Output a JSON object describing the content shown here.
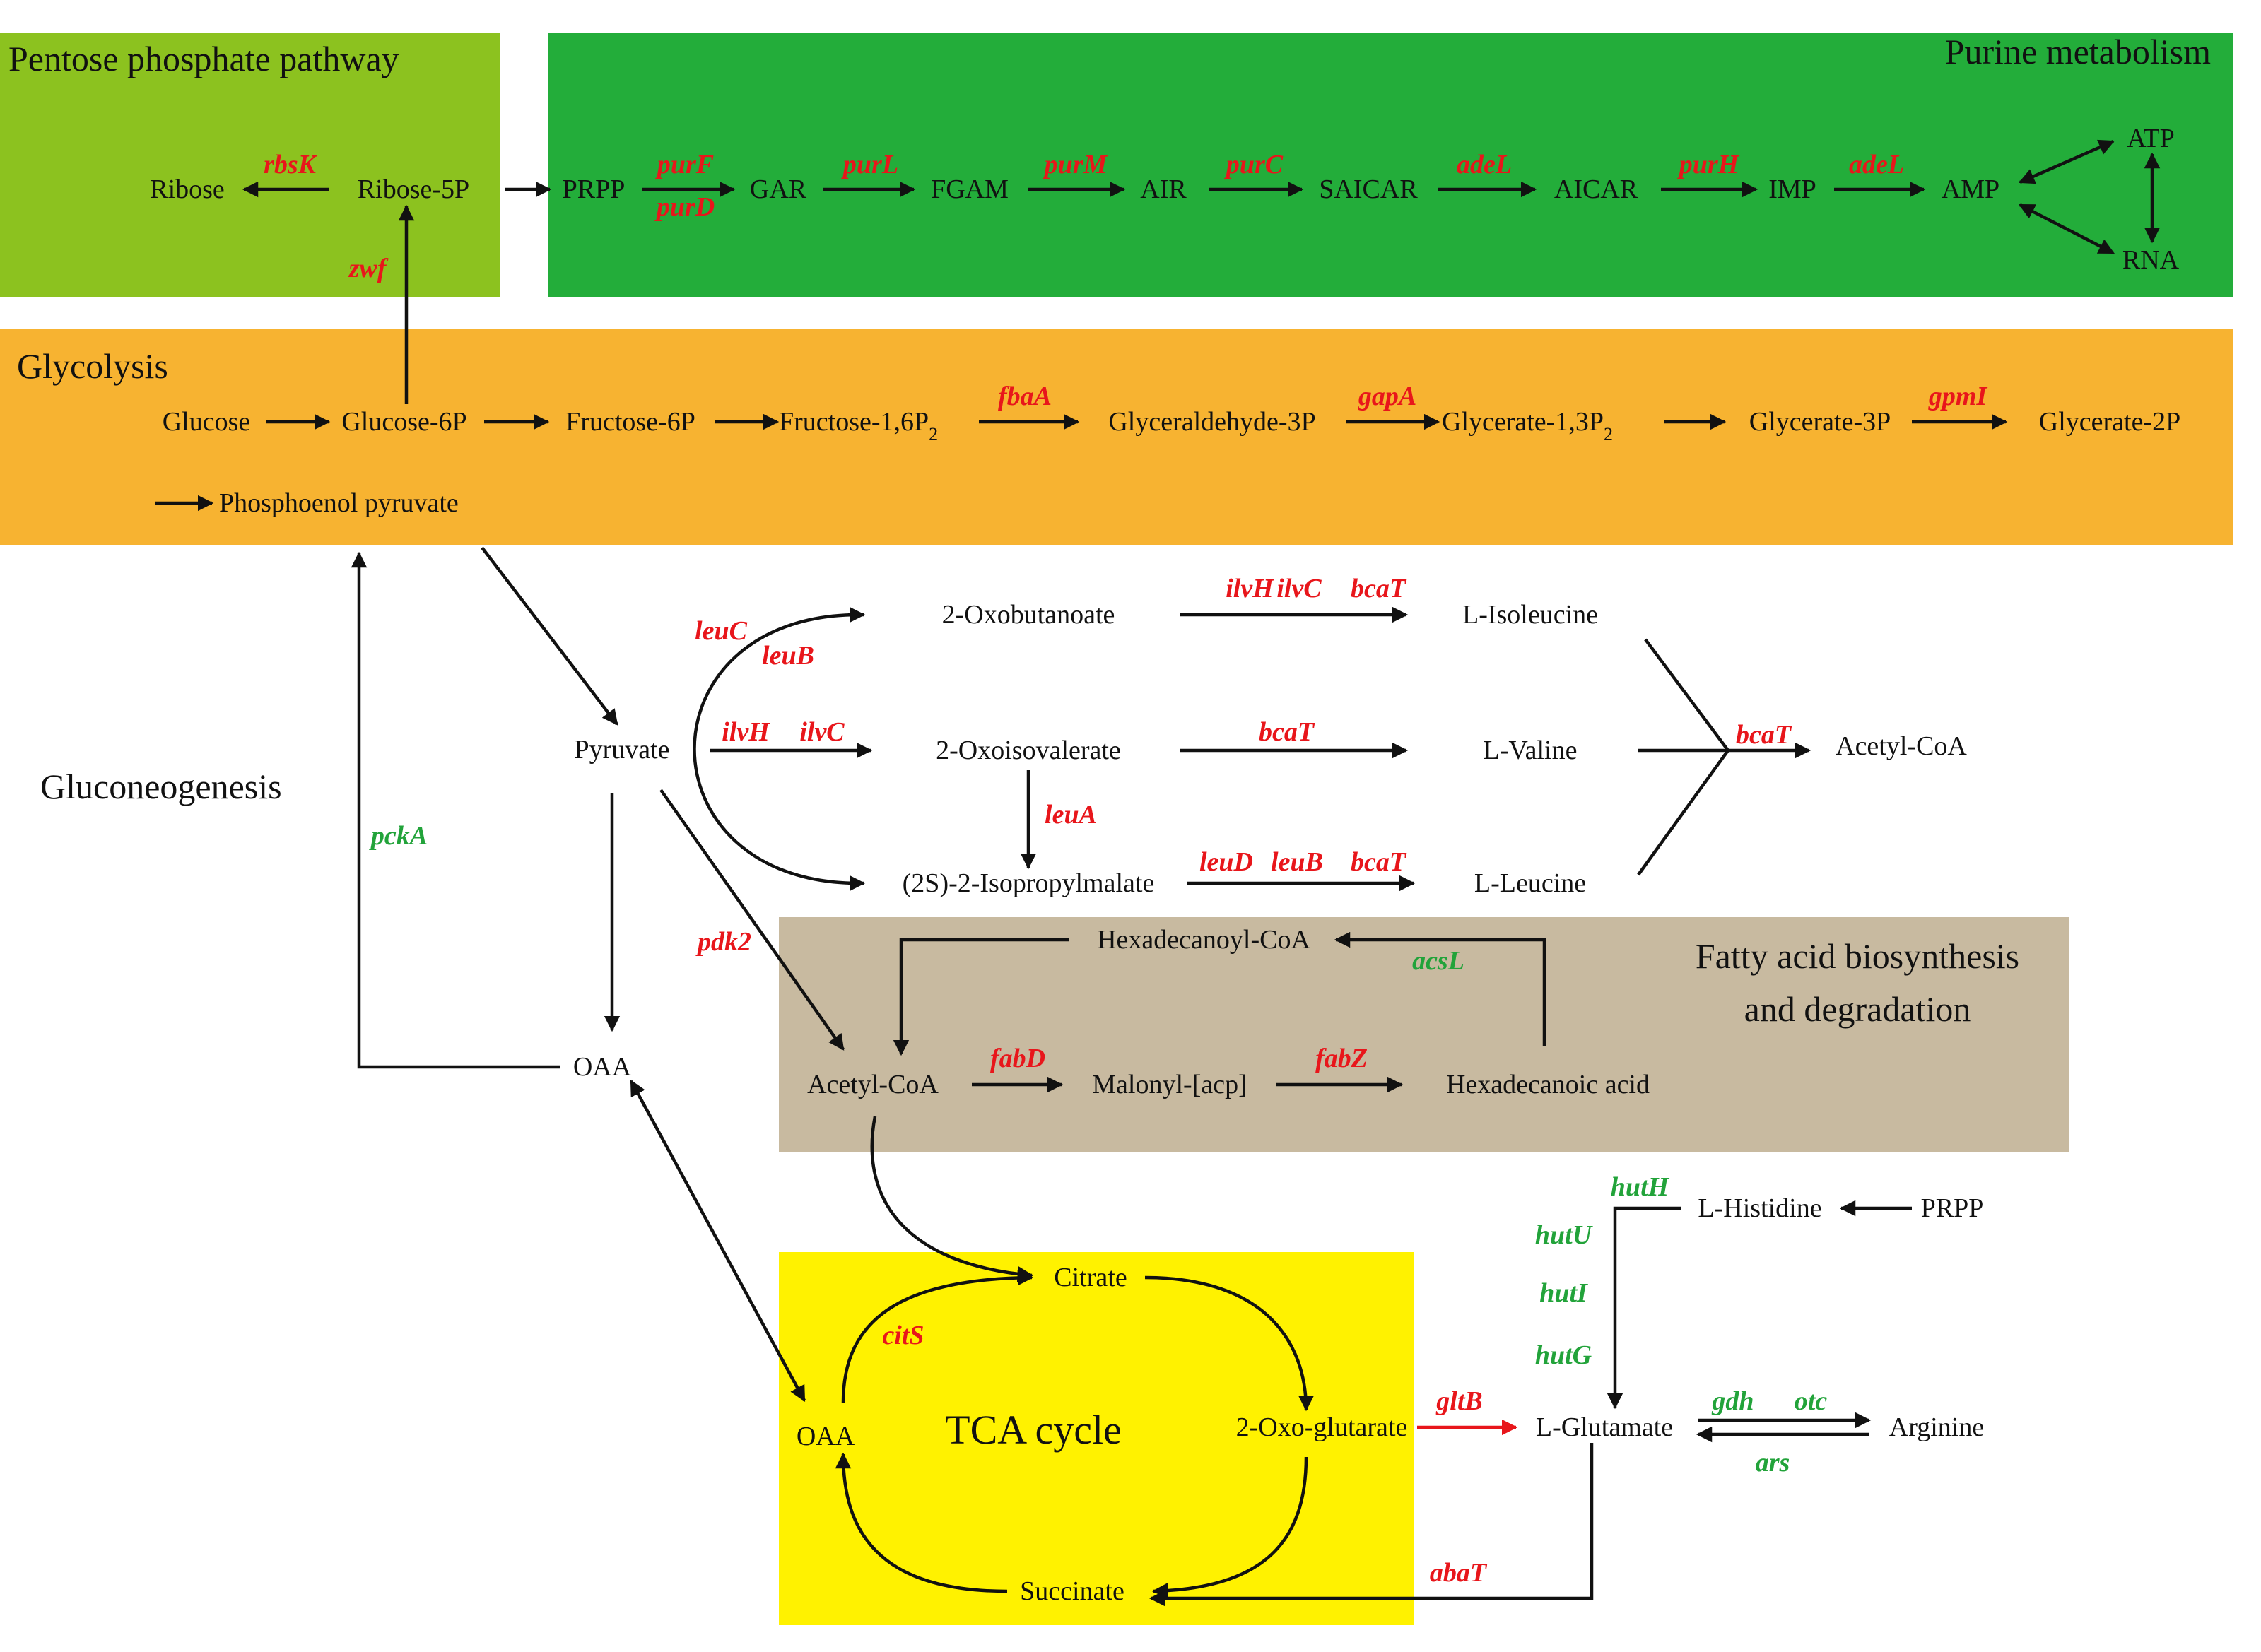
{
  "colors": {
    "pentose_phosphate": "#8cc21f",
    "purine": "#23ad3a",
    "glycolysis": "#f7b331",
    "fatty_acid": "#c8baa0",
    "tca": "#fff200",
    "upregulated_gene": "#e8161b",
    "downregulated_gene": "#22a33a"
  },
  "regions": {
    "pentose": "Pentose phosphate pathway",
    "purine": "Purine metabolism",
    "glycolysis": "Glycolysis",
    "gluconeogenesis": "Gluconeogenesis",
    "fatty_acid_1": "Fatty acid biosynthesis",
    "fatty_acid_2": "and degradation",
    "tca": "TCA cycle"
  },
  "metabolites": {
    "ribose": "Ribose",
    "ribose5p": "Ribose-5P",
    "prpp": "PRPP",
    "gar": "GAR",
    "fgam": "FGAM",
    "air": "AIR",
    "saicar": "SAICAR",
    "aicar": "AICAR",
    "imp": "IMP",
    "amp": "AMP",
    "atp": "ATP",
    "rna": "RNA",
    "glucose": "Glucose",
    "glucose6p": "Glucose-6P",
    "fructose6p": "Fructose-6P",
    "fructose16p2": "Fructose-1,6P",
    "glyceraldehyde3p": "Glyceraldehyde-3P",
    "glycerate13p2": "Glycerate-1,3P",
    "glycerate3p": "Glycerate-3P",
    "glycerate2p": "Glycerate-2P",
    "subscript_2": "2",
    "pep": "Phosphoenol pyruvate",
    "pyruvate": "Pyruvate",
    "oxobutanoate": "2-Oxobutanoate",
    "oxoisovalerate": "2-Oxoisovalerate",
    "isopropylmalate": "(2S)-2-Isopropylmalate",
    "isoleucine": "L-Isoleucine",
    "valine": "L-Valine",
    "leucine": "L-Leucine",
    "acetylcoa_bcaa": "Acetyl-CoA",
    "oaa_main": "OAA",
    "hexadecanoylcoa": "Hexadecanoyl-CoA",
    "acetylcoa_fa": "Acetyl-CoA",
    "malonylacp": "Malonyl-[acp]",
    "hexadecanoic": "Hexadecanoic acid",
    "citrate": "Citrate",
    "oaa_tca": "OAA",
    "oxoglutarate": "2-Oxo-glutarate",
    "succinate": "Succinate",
    "histidine": "L-Histidine",
    "prpp2": "PRPP",
    "glutamate": "L-Glutamate",
    "arginine": "Arginine"
  },
  "genes": {
    "rbsK": "rbsK",
    "zwf": "zwf",
    "purF": "purF",
    "purD": "purD",
    "purL": "purL",
    "purM": "purM",
    "purC": "purC",
    "adeL1": "adeL",
    "purH": "purH",
    "adeL2": "adeL",
    "fbaA": "fbaA",
    "gapA": "gapA",
    "gpmI": "gpmI",
    "pckA": "pckA",
    "leuC": "leuC",
    "leuB1": "leuB",
    "ilvH1": "ilvH",
    "ilvC1": "ilvC",
    "bcaT1": "bcaT",
    "ilvH2": "ilvH",
    "ilvC2": "ilvC",
    "bcaT2": "bcaT",
    "leuA": "leuA",
    "leuD": "leuD",
    "leuB2": "leuB",
    "bcaT3": "bcaT",
    "bcaT4": "bcaT",
    "pdk2": "pdk2",
    "acsL": "acsL",
    "fabD": "fabD",
    "fabZ": "fabZ",
    "citS": "citS",
    "gltB": "gltB",
    "abaT": "abaT",
    "hutH": "hutH",
    "hutU": "hutU",
    "hutI": "hutI",
    "hutG": "hutG",
    "gdh": "gdh",
    "otc": "otc",
    "ars": "ars"
  }
}
